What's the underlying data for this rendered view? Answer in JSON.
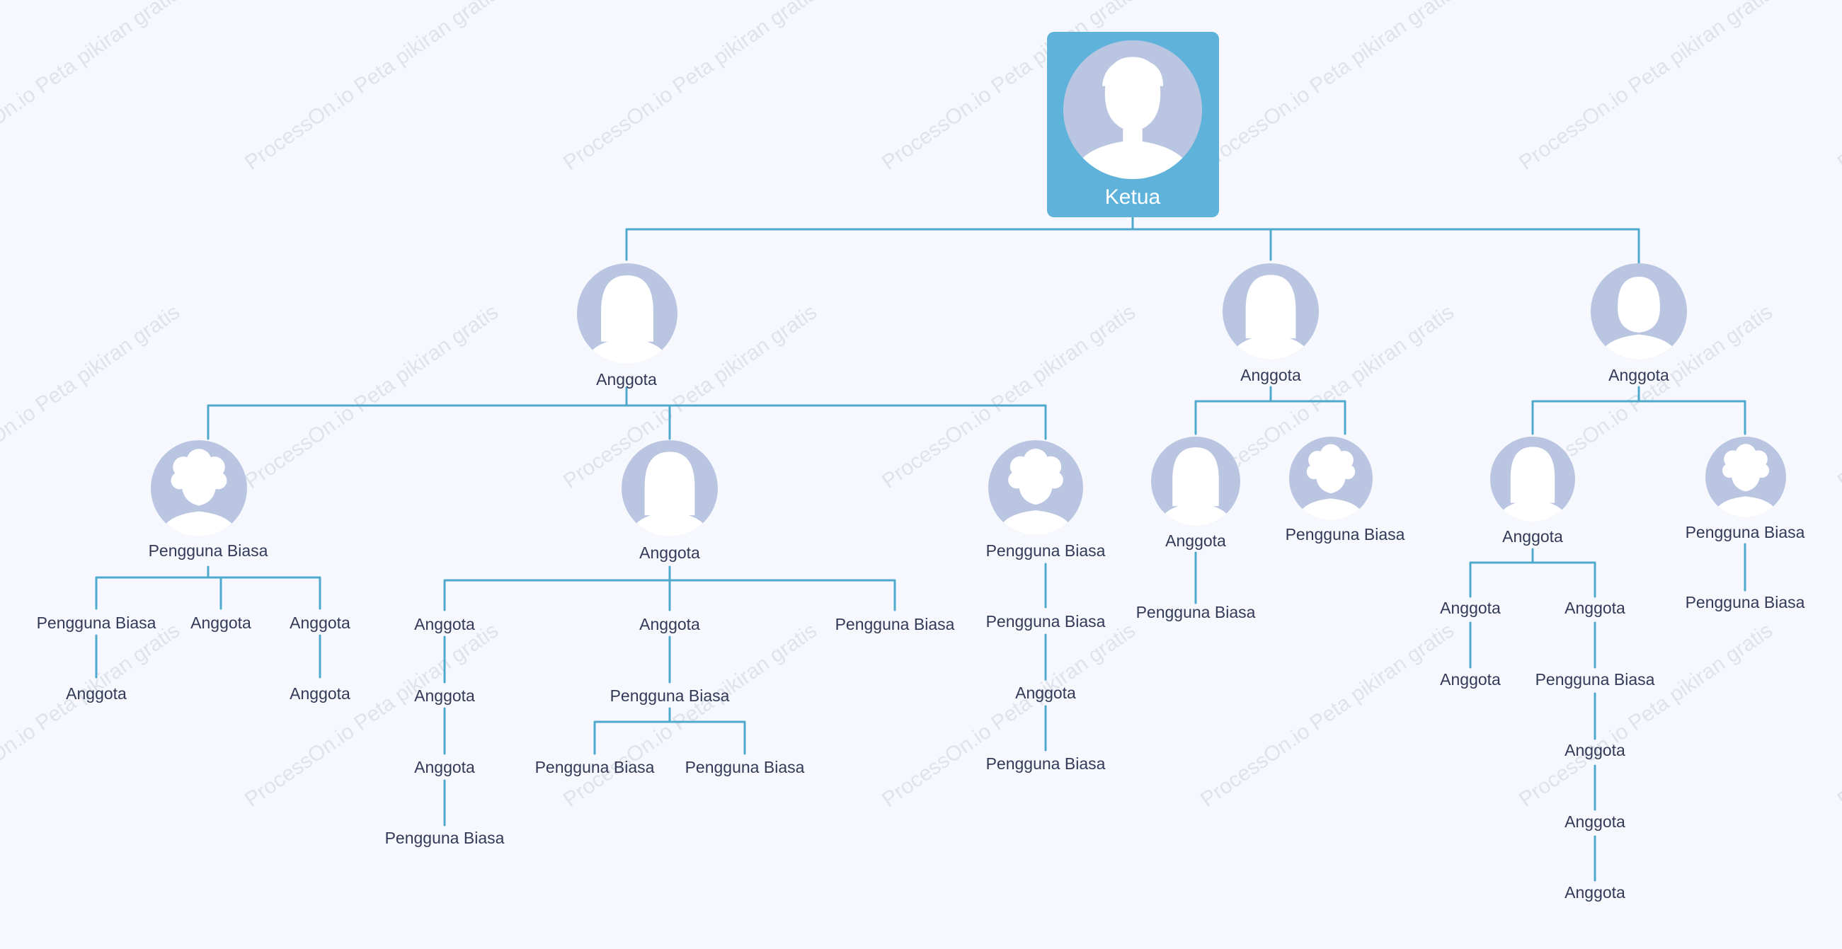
{
  "watermark": "ProcessOn.io Peta pikiran gratis",
  "colors": {
    "background": "#f6f8fd",
    "connector": "#4fa9cd",
    "root_fill": "#5fb3da",
    "avatar_bg": "#bac6e1",
    "avatar_fg": "#ffffff",
    "text": "#333a57"
  },
  "root": {
    "label": "Ketua",
    "icon": "male-avatar-icon"
  },
  "level1": [
    {
      "label": "Anggota",
      "icon": "female-avatar-icon"
    },
    {
      "label": "Anggota",
      "icon": "female-avatar-icon"
    },
    {
      "label": "Anggota",
      "icon": "female-avatar-icon"
    }
  ],
  "level2": [
    {
      "label": "Pengguna Biasa",
      "icon": "curly-hair-avatar-icon"
    },
    {
      "label": "Anggota",
      "icon": "female-avatar-icon"
    },
    {
      "label": "Pengguna Biasa",
      "icon": "curly-hair-avatar-icon"
    },
    {
      "label": "Anggota",
      "icon": "female-avatar-icon"
    },
    {
      "label": "Pengguna Biasa",
      "icon": "curly-hair-avatar-icon"
    },
    {
      "label": "Anggota",
      "icon": "female-avatar-icon"
    },
    {
      "label": "Pengguna Biasa",
      "icon": "curly-hair-avatar-icon"
    }
  ],
  "leaf_labels": [
    "Pengguna Biasa",
    "Anggota",
    "Anggota",
    "Anggota",
    "Anggota",
    "Anggota",
    "Anggota",
    "Anggota",
    "Pengguna Biasa",
    "Anggota",
    "Pengguna Biasa",
    "Pengguna Biasa",
    "Pengguna Biasa",
    "Pengguna Biasa",
    "Pengguna Biasa",
    "Anggota",
    "Pengguna Biasa",
    "Pengguna Biasa",
    "Anggota",
    "Anggota",
    "Anggota",
    "Pengguna Biasa",
    "Anggota",
    "Anggota",
    "Anggota",
    "Pengguna Biasa"
  ]
}
